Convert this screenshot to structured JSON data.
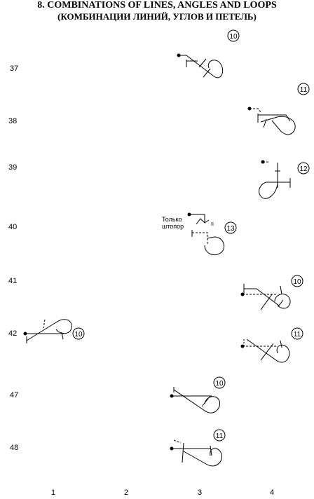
{
  "title": {
    "line1": "8.  COMBINATIONS OF LINES, ANGLES AND LOOPS",
    "line2": "(КОМБИНАЦИИ ЛИНИЙ, УГЛОВ И ПЕТЕЛЬ)"
  },
  "rows": [
    "37",
    "38",
    "39",
    "40",
    "41",
    "42",
    "47",
    "48"
  ],
  "columns": [
    "1",
    "2",
    "3",
    "4"
  ],
  "figures": [
    {
      "id": "37",
      "difficulty": "10"
    },
    {
      "id": "38",
      "difficulty": "11"
    },
    {
      "id": "39",
      "difficulty": "12"
    },
    {
      "id": "40",
      "difficulty": "13",
      "note_line1": "Только",
      "note_line2": "штопор",
      "note_mark": "II"
    },
    {
      "id": "41",
      "difficulty": "10"
    },
    {
      "id": "42-col1",
      "difficulty": "10"
    },
    {
      "id": "42-col4",
      "difficulty": "11"
    },
    {
      "id": "47",
      "difficulty": "10"
    },
    {
      "id": "48",
      "difficulty": "11"
    }
  ]
}
